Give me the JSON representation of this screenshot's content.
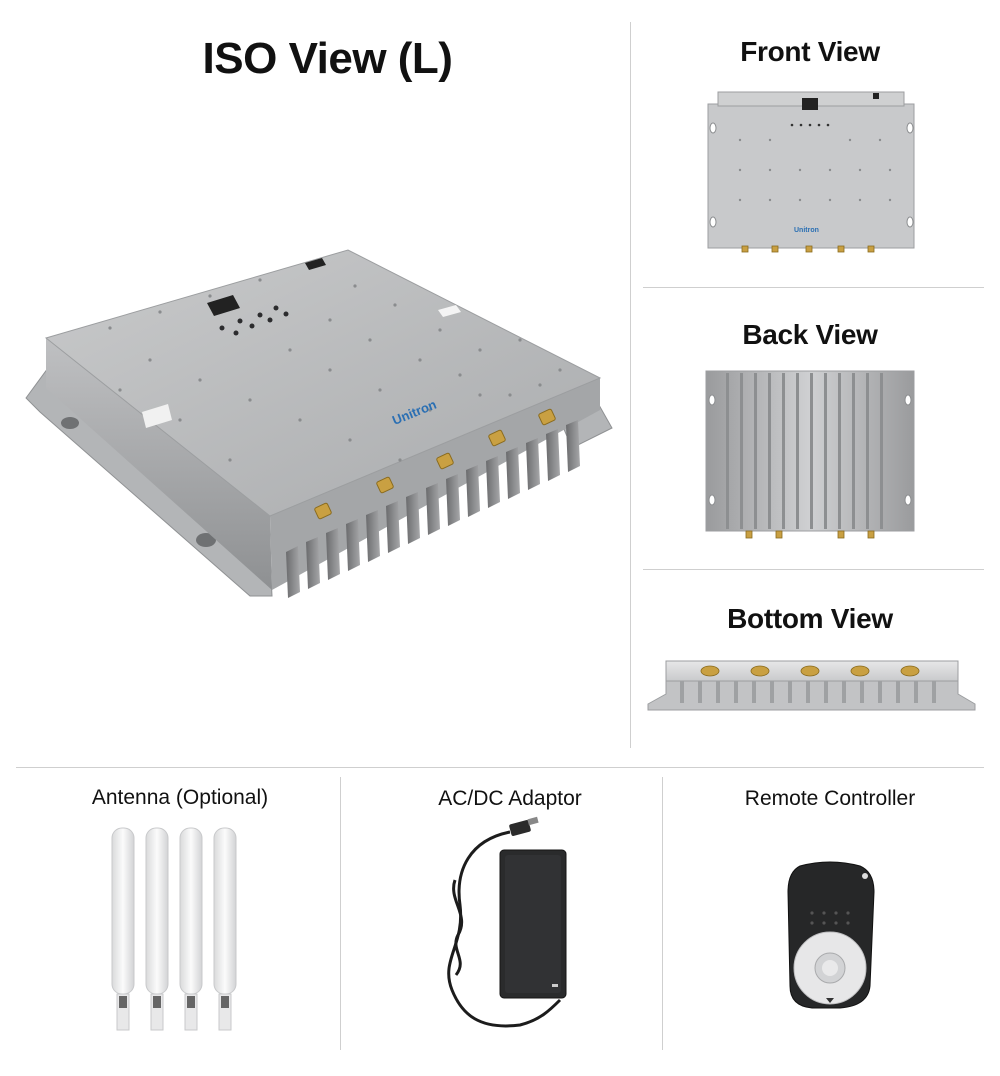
{
  "main": {
    "title": "ISO View (L)",
    "brand_label": "Unitron"
  },
  "side": {
    "front_title": "Front View",
    "back_title": "Back View",
    "bottom_title": "Bottom View"
  },
  "accessories": [
    {
      "title": "Antenna (Optional)"
    },
    {
      "title": "AC/DC Adaptor"
    },
    {
      "title": "Remote Controller"
    }
  ]
}
